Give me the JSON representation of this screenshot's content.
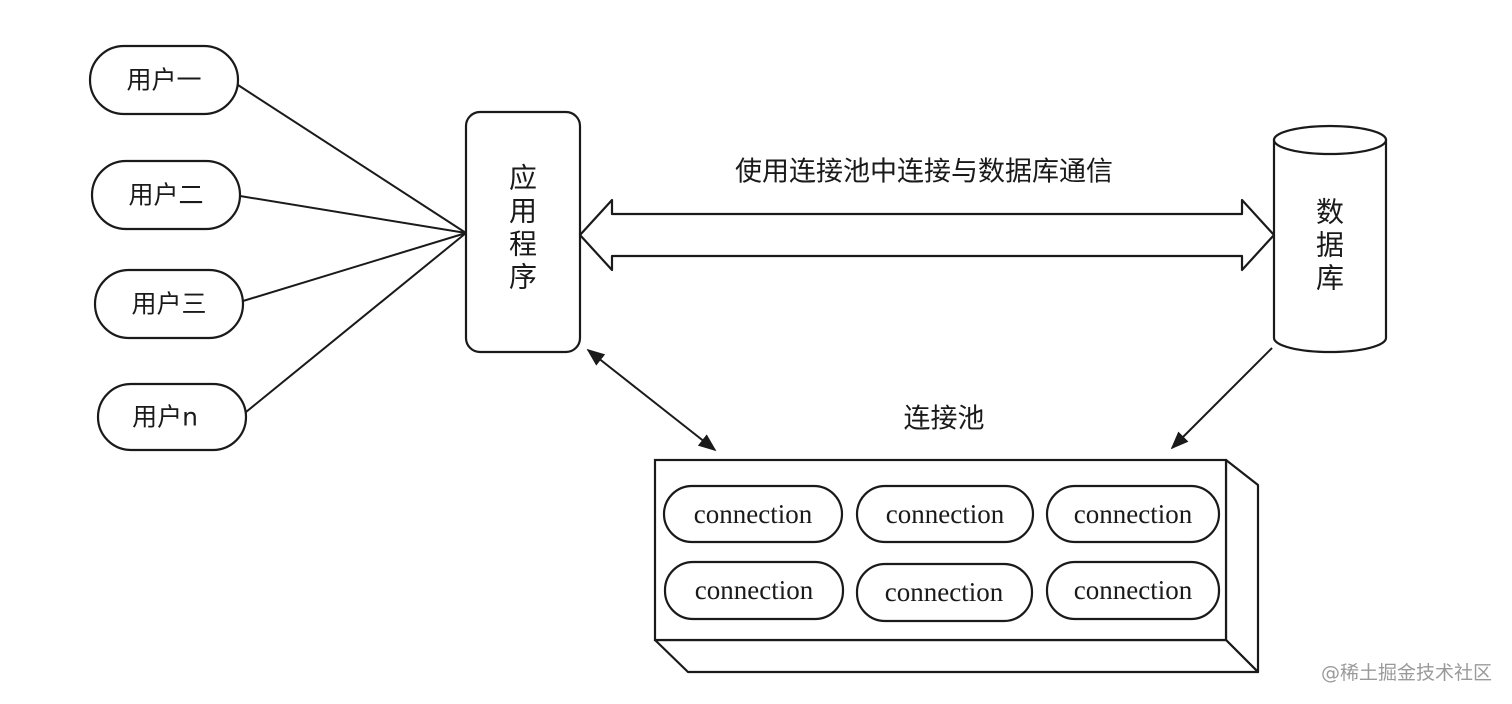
{
  "users": [
    "用户一",
    "用户二",
    "用户三",
    "用户n"
  ],
  "app_label": [
    "应",
    "用",
    "程",
    "序"
  ],
  "db_label": [
    "数",
    "据",
    "库"
  ],
  "comm_label": "使用连接池中连接与数据库通信",
  "pool_label": "连接池",
  "connections": [
    "connection",
    "connection",
    "connection",
    "connection",
    "connection",
    "connection"
  ],
  "watermark": "@稀土掘金技术社区"
}
